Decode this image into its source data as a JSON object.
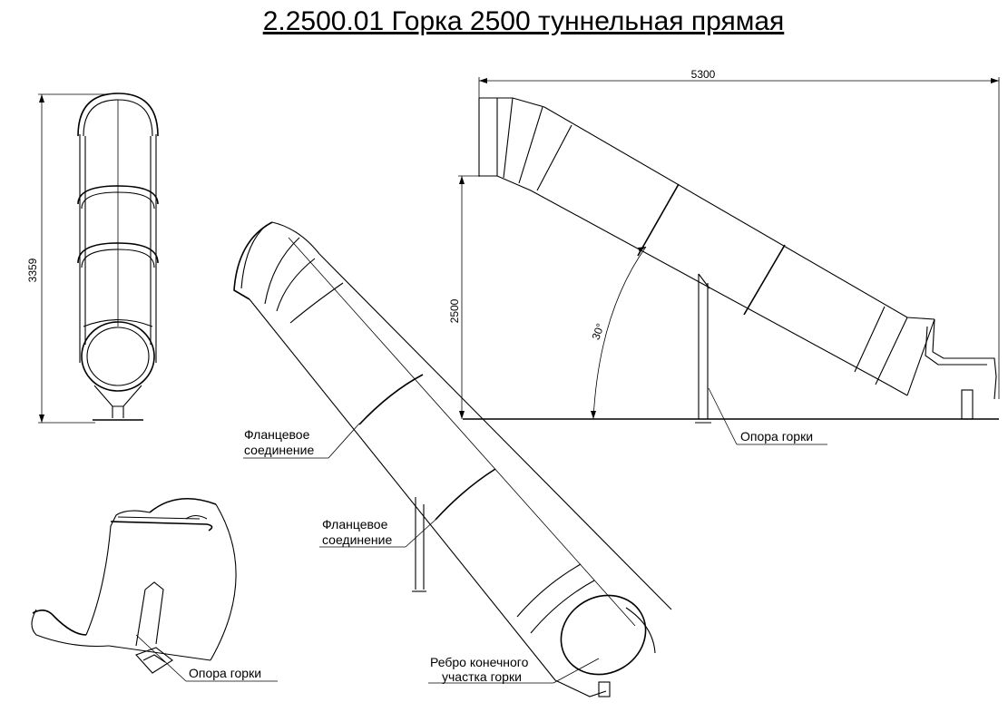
{
  "title": "2.2500.01 Горка 2500 туннельная прямая",
  "dimensions": {
    "total_length": "5300",
    "height": "2500",
    "front_height": "3359",
    "angle": "30°"
  },
  "labels": {
    "flange_1_line1": "Фланцевое",
    "flange_1_line2": "соединение",
    "flange_2_line1": "Фланцевое",
    "flange_2_line2": "соединение",
    "support_side": "Опора горки",
    "support_detail": "Опора горки",
    "rib_line1": "Ребро конечного",
    "rib_line2": "участка горки"
  },
  "colors": {
    "line": "#000000",
    "background": "#ffffff"
  }
}
